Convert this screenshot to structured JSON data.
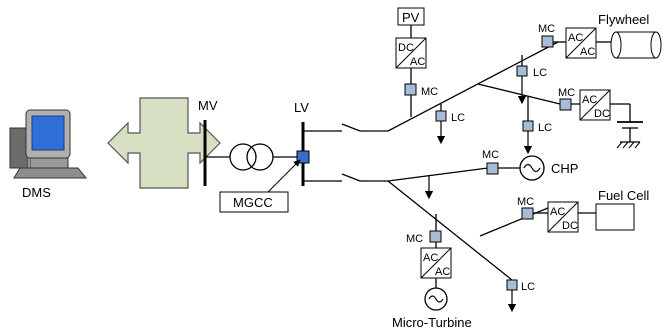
{
  "labels": {
    "dms": "DMS",
    "mv": "MV",
    "lv": "LV",
    "mgcc": "MGCC",
    "pv": "PV",
    "flywheel": "Flywheel",
    "chp": "CHP",
    "fuel_cell": "Fuel Cell",
    "micro_turbine": "Micro-Turbine",
    "mc": "MC",
    "lc": "LC"
  },
  "converters": {
    "pv": [
      "DC",
      "AC"
    ],
    "flywheel": [
      "AC",
      "AC"
    ],
    "storage": [
      "AC",
      "DC"
    ],
    "fuel_cell": [
      "AC",
      "DC"
    ],
    "micro_turbine": [
      "AC",
      "AC"
    ]
  },
  "colors": {
    "controller_fill": "#a9bcd6",
    "lv_node_fill": "#3b6cc6",
    "arrow_fill": "#d8e0c4",
    "monitor_screen": "#2f6fd6"
  }
}
